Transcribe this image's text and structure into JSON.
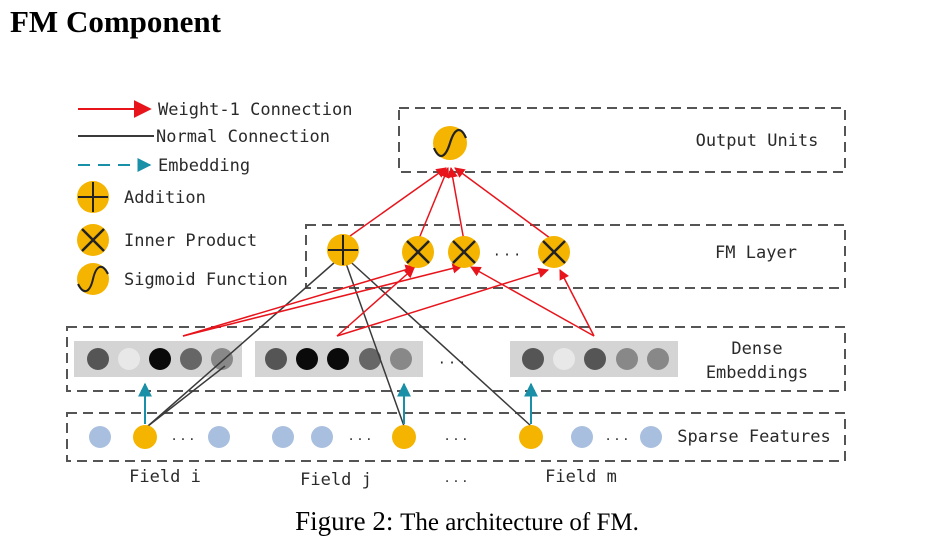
{
  "heading": "FM Component",
  "legend": {
    "weight1": "Weight-1 Connection",
    "normal": "Normal Connection",
    "embedding": "Embedding",
    "addition": "Addition",
    "inner_product": "Inner Product",
    "sigmoid": "Sigmoid Function"
  },
  "layers": {
    "output": "Output Units",
    "fm": "FM Layer",
    "dense_line1": "Dense",
    "dense_line2": "Embeddings",
    "sparse": "Sparse Features"
  },
  "fields": {
    "field_i": "Field i",
    "field_j": "Field j",
    "field_m": "Field m",
    "ellipsis": "· · ·"
  },
  "caption": {
    "label": "Figure 2:",
    "text": "The architecture of FM."
  },
  "colors": {
    "weight1": "#e8141c",
    "normal": "#3a3a3a",
    "embedding": "#1a8fa8",
    "node_yellow": "#f5b400",
    "sparse_node": "#a9bfe0",
    "dense_bg": "#d4d4d4"
  }
}
